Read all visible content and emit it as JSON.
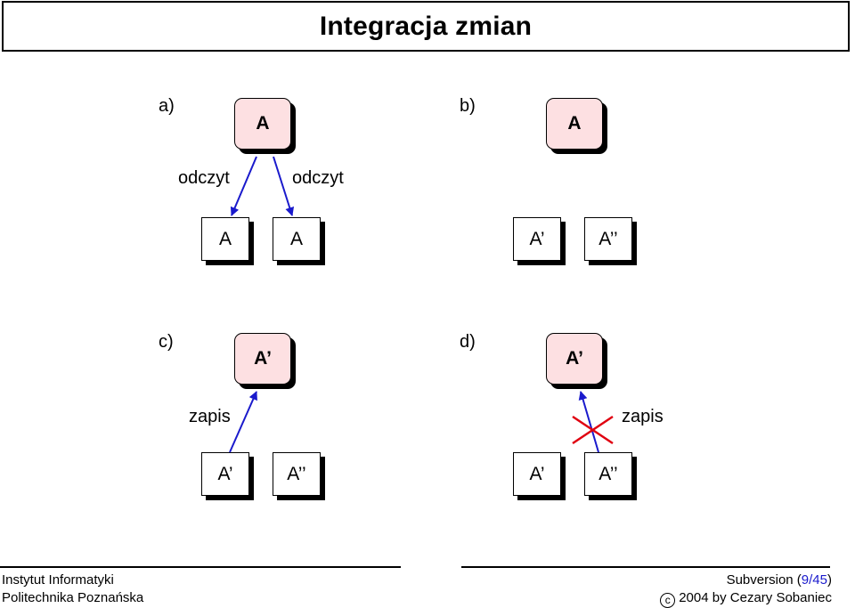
{
  "title": "Integracja zmian",
  "colors": {
    "arrow": "#1a1acc",
    "cross": "#e00010",
    "server_fill": "#fde0e2"
  },
  "panels": {
    "a": {
      "label": "a)",
      "server": "A",
      "clients": [
        "A",
        "A"
      ],
      "edge_left": "odczyt",
      "edge_right": "odczyt"
    },
    "b": {
      "label": "b)",
      "server": "A",
      "clients": [
        "A’",
        "A’’"
      ]
    },
    "c": {
      "label": "c)",
      "server": "A’",
      "clients": [
        "A’",
        "A’’"
      ],
      "edge": "zapis"
    },
    "d": {
      "label": "d)",
      "server": "A’",
      "clients": [
        "A’",
        "A’’"
      ],
      "edge": "zapis"
    }
  },
  "footer": {
    "institute": "Instytut Informatyki",
    "university": "Politechnika Poznańska",
    "course": "Subversion (",
    "page": "9/45",
    "course_close": ")",
    "copyright_symbol": "c",
    "copyright": "2004 by Cezary Sobaniec"
  }
}
